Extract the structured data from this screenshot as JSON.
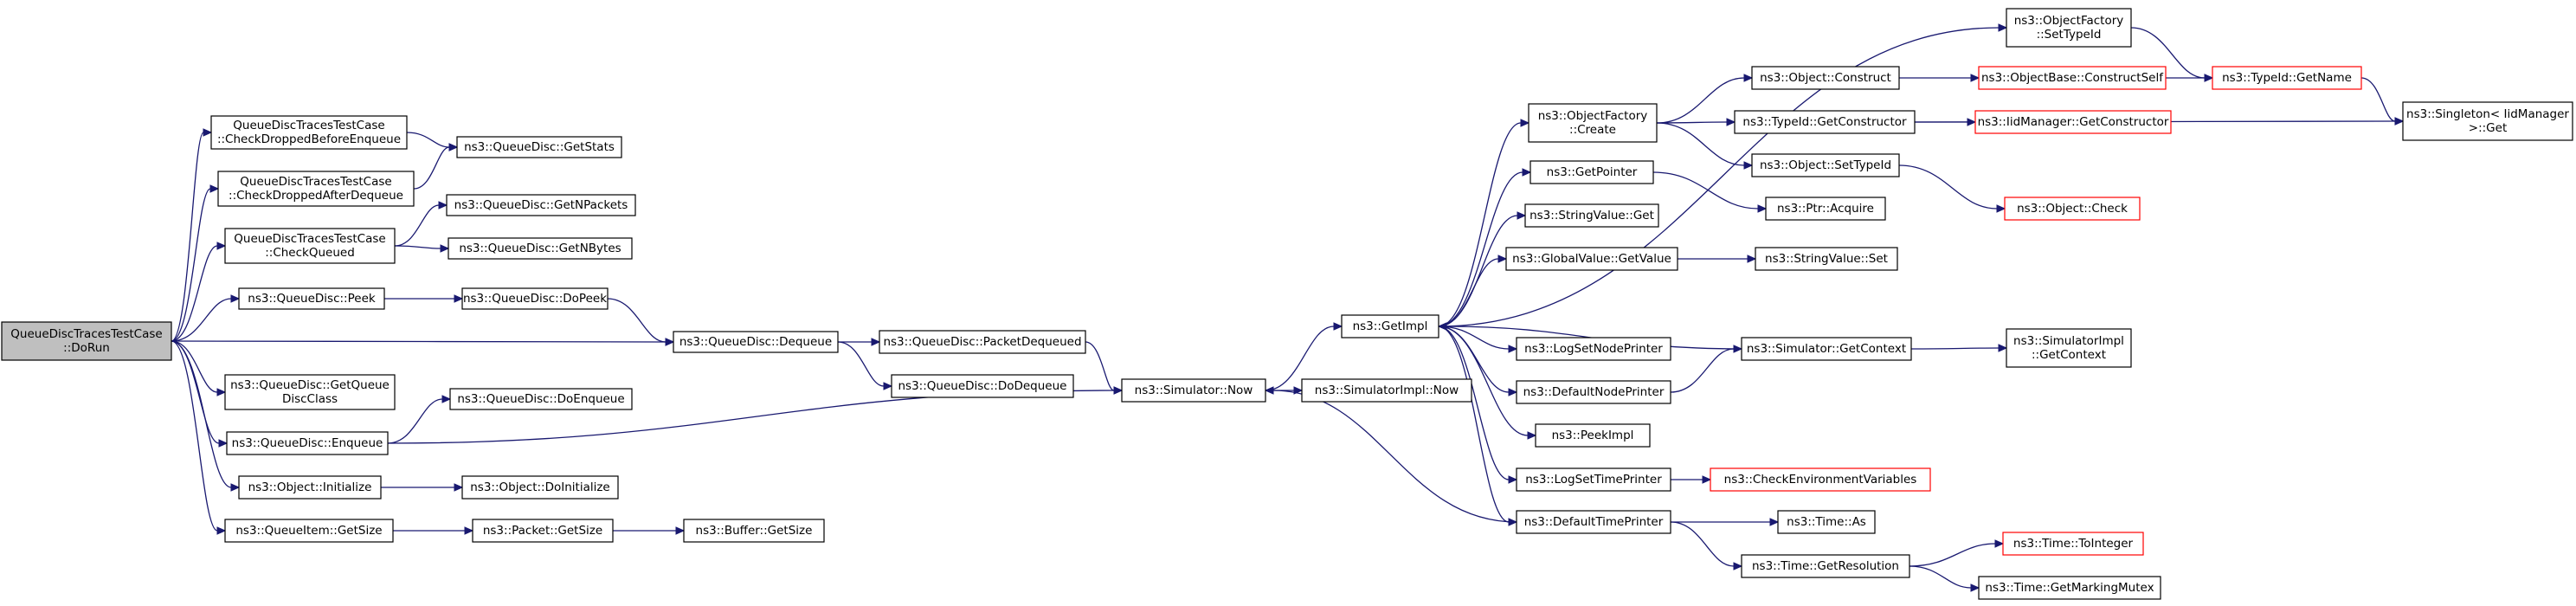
{
  "diagram": {
    "nodes": [
      {
        "id": "root",
        "lines": [
          "QueueDiscTracesTestCase",
          "::DoRun"
        ],
        "style": "root"
      },
      {
        "id": "chkDropBefore",
        "lines": [
          "QueueDiscTracesTestCase",
          "::CheckDroppedBeforeEnqueue"
        ]
      },
      {
        "id": "chkDropAfter",
        "lines": [
          "QueueDiscTracesTestCase",
          "::CheckDroppedAfterDequeue"
        ]
      },
      {
        "id": "chkQueued",
        "lines": [
          "QueueDiscTracesTestCase",
          "::CheckQueued"
        ]
      },
      {
        "id": "qdPeek",
        "lines": [
          "ns3::QueueDisc::Peek"
        ]
      },
      {
        "id": "qdGetQueueDiscClass",
        "lines": [
          "ns3::QueueDisc::GetQueue",
          "DiscClass"
        ]
      },
      {
        "id": "qdEnqueue",
        "lines": [
          "ns3::QueueDisc::Enqueue"
        ]
      },
      {
        "id": "objInitialize",
        "lines": [
          "ns3::Object::Initialize"
        ]
      },
      {
        "id": "qiGetSize",
        "lines": [
          "ns3::QueueItem::GetSize"
        ]
      },
      {
        "id": "qdGetStats",
        "lines": [
          "ns3::QueueDisc::GetStats"
        ]
      },
      {
        "id": "qdGetNPackets",
        "lines": [
          "ns3::QueueDisc::GetNPackets"
        ]
      },
      {
        "id": "qdGetNBytes",
        "lines": [
          "ns3::QueueDisc::GetNBytes"
        ]
      },
      {
        "id": "qdDoPeek",
        "lines": [
          "ns3::QueueDisc::DoPeek"
        ]
      },
      {
        "id": "qdDoEnqueue",
        "lines": [
          "ns3::QueueDisc::DoEnqueue"
        ]
      },
      {
        "id": "objDoInitialize",
        "lines": [
          "ns3::Object::DoInitialize"
        ]
      },
      {
        "id": "pktGetSize",
        "lines": [
          "ns3::Packet::GetSize"
        ]
      },
      {
        "id": "bufGetSize",
        "lines": [
          "ns3::Buffer::GetSize"
        ]
      },
      {
        "id": "qdDequeue",
        "lines": [
          "ns3::QueueDisc::Dequeue"
        ]
      },
      {
        "id": "qdPacketDequeued",
        "lines": [
          "ns3::QueueDisc::PacketDequeued"
        ]
      },
      {
        "id": "qdDoDequeue",
        "lines": [
          "ns3::QueueDisc::DoDequeue"
        ]
      },
      {
        "id": "simNow",
        "lines": [
          "ns3::Simulator::Now"
        ]
      },
      {
        "id": "simImplNow",
        "lines": [
          "ns3::SimulatorImpl::Now"
        ]
      },
      {
        "id": "getImpl",
        "lines": [
          "ns3::GetImpl"
        ]
      },
      {
        "id": "ofCreate",
        "lines": [
          "ns3::ObjectFactory",
          "::Create"
        ]
      },
      {
        "id": "getPointer",
        "lines": [
          "ns3::GetPointer"
        ]
      },
      {
        "id": "svGet",
        "lines": [
          "ns3::StringValue::Get"
        ]
      },
      {
        "id": "gvGetValue",
        "lines": [
          "ns3::GlobalValue::GetValue"
        ]
      },
      {
        "id": "logSetNodePrinter",
        "lines": [
          "ns3::LogSetNodePrinter"
        ]
      },
      {
        "id": "defaultNodePrinter",
        "lines": [
          "ns3::DefaultNodePrinter"
        ]
      },
      {
        "id": "peekImpl",
        "lines": [
          "ns3::PeekImpl"
        ]
      },
      {
        "id": "logSetTimePrinter",
        "lines": [
          "ns3::LogSetTimePrinter"
        ]
      },
      {
        "id": "defaultTimePrinter",
        "lines": [
          "ns3::DefaultTimePrinter"
        ]
      },
      {
        "id": "ofSetTypeId",
        "lines": [
          "ns3::ObjectFactory",
          "::SetTypeId"
        ]
      },
      {
        "id": "objConstruct",
        "lines": [
          "ns3::Object::Construct"
        ]
      },
      {
        "id": "tidGetConstructor",
        "lines": [
          "ns3::TypeId::GetConstructor"
        ]
      },
      {
        "id": "objSetTypeId",
        "lines": [
          "ns3::Object::SetTypeId"
        ]
      },
      {
        "id": "ptrAcquire",
        "lines": [
          "ns3::Ptr::Acquire"
        ]
      },
      {
        "id": "svSet",
        "lines": [
          "ns3::StringValue::Set"
        ]
      },
      {
        "id": "simGetContext",
        "lines": [
          "ns3::Simulator::GetContext"
        ]
      },
      {
        "id": "timeAs",
        "lines": [
          "ns3::Time::As"
        ]
      },
      {
        "id": "timeGetResolution",
        "lines": [
          "ns3::Time::GetResolution"
        ]
      },
      {
        "id": "obConstructSelf",
        "lines": [
          "ns3::ObjectBase::ConstructSelf"
        ],
        "style": "red"
      },
      {
        "id": "tidGetName",
        "lines": [
          "ns3::TypeId::GetName"
        ],
        "style": "red"
      },
      {
        "id": "iidGetConstructor",
        "lines": [
          "ns3::IidManager::GetConstructor"
        ],
        "style": "red"
      },
      {
        "id": "objCheck",
        "lines": [
          "ns3::Object::Check"
        ],
        "style": "red"
      },
      {
        "id": "singletonGet",
        "lines": [
          "ns3::Singleton< IidManager",
          " >::Get"
        ]
      },
      {
        "id": "simImplGetContext",
        "lines": [
          "ns3::SimulatorImpl",
          "::GetContext"
        ]
      },
      {
        "id": "checkEnvVars",
        "lines": [
          "ns3::CheckEnvironmentVariables"
        ],
        "style": "red"
      },
      {
        "id": "timeToInteger",
        "lines": [
          "ns3::Time::ToInteger"
        ],
        "style": "red"
      },
      {
        "id": "timeGetMarkingMutex",
        "lines": [
          "ns3::Time::GetMarkingMutex"
        ]
      }
    ],
    "edges": [
      [
        "root",
        "chkDropBefore"
      ],
      [
        "root",
        "chkDropAfter"
      ],
      [
        "root",
        "chkQueued"
      ],
      [
        "root",
        "qdPeek"
      ],
      [
        "root",
        "qdDequeue"
      ],
      [
        "root",
        "qdGetQueueDiscClass"
      ],
      [
        "root",
        "qdEnqueue"
      ],
      [
        "root",
        "objInitialize"
      ],
      [
        "root",
        "qiGetSize"
      ],
      [
        "chkDropBefore",
        "qdGetStats"
      ],
      [
        "chkDropAfter",
        "qdGetStats"
      ],
      [
        "chkQueued",
        "qdGetNPackets"
      ],
      [
        "chkQueued",
        "qdGetNBytes"
      ],
      [
        "qdPeek",
        "qdDoPeek"
      ],
      [
        "qdDoPeek",
        "qdDequeue"
      ],
      [
        "qdDequeue",
        "qdPacketDequeued"
      ],
      [
        "qdDequeue",
        "qdDoDequeue"
      ],
      [
        "qdPacketDequeued",
        "simNow"
      ],
      [
        "qdEnqueue",
        "qdDoEnqueue"
      ],
      [
        "qdEnqueue",
        "simNow"
      ],
      [
        "objInitialize",
        "objDoInitialize"
      ],
      [
        "qiGetSize",
        "pktGetSize"
      ],
      [
        "pktGetSize",
        "bufGetSize"
      ],
      [
        "simNow",
        "getImpl"
      ],
      [
        "simNow",
        "simImplNow"
      ],
      [
        "getImpl",
        "ofSetTypeId"
      ],
      [
        "getImpl",
        "ofCreate"
      ],
      [
        "getImpl",
        "getPointer"
      ],
      [
        "getImpl",
        "svGet"
      ],
      [
        "getImpl",
        "gvGetValue"
      ],
      [
        "getImpl",
        "logSetNodePrinter"
      ],
      [
        "getImpl",
        "defaultNodePrinter"
      ],
      [
        "getImpl",
        "peekImpl"
      ],
      [
        "getImpl",
        "logSetTimePrinter"
      ],
      [
        "getImpl",
        "defaultTimePrinter"
      ],
      [
        "ofSetTypeId",
        "tidGetName"
      ],
      [
        "ofCreate",
        "objConstruct"
      ],
      [
        "ofCreate",
        "tidGetConstructor"
      ],
      [
        "ofCreate",
        "objSetTypeId"
      ],
      [
        "objConstruct",
        "obConstructSelf"
      ],
      [
        "obConstructSelf",
        "tidGetName"
      ],
      [
        "tidGetConstructor",
        "iidGetConstructor"
      ],
      [
        "tidGetConstructor",
        "singletonGet"
      ],
      [
        "tidGetName",
        "singletonGet"
      ],
      [
        "objSetTypeId",
        "objCheck"
      ],
      [
        "getPointer",
        "ptrAcquire"
      ],
      [
        "gvGetValue",
        "svSet"
      ],
      [
        "defaultNodePrinter",
        "simGetContext"
      ],
      [
        "simGetContext",
        "getImpl"
      ],
      [
        "simGetContext",
        "simImplGetContext"
      ],
      [
        "logSetTimePrinter",
        "checkEnvVars"
      ],
      [
        "defaultTimePrinter",
        "simNow"
      ],
      [
        "defaultTimePrinter",
        "timeAs"
      ],
      [
        "defaultTimePrinter",
        "timeGetResolution"
      ],
      [
        "timeGetResolution",
        "timeToInteger"
      ],
      [
        "timeGetResolution",
        "timeGetMarkingMutex"
      ]
    ]
  }
}
